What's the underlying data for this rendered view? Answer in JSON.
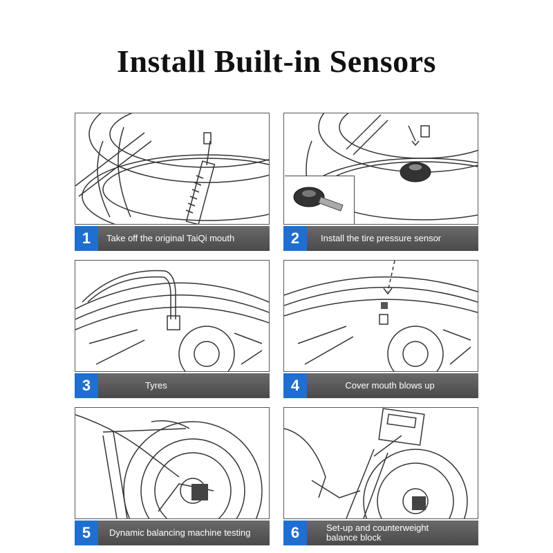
{
  "page": {
    "title": "Install Built-in Sensors"
  },
  "steps": [
    {
      "number": "1",
      "caption": "Take off the original TaiQi mouth"
    },
    {
      "number": "2",
      "caption": "Install the tire pressure sensor"
    },
    {
      "number": "3",
      "caption": "Tyres"
    },
    {
      "number": "4",
      "caption": "Cover mouth blows up"
    },
    {
      "number": "5",
      "caption": "Dynamic balancing machine testing"
    },
    {
      "number": "6",
      "caption": "Set-up and counterweight balance block"
    }
  ]
}
